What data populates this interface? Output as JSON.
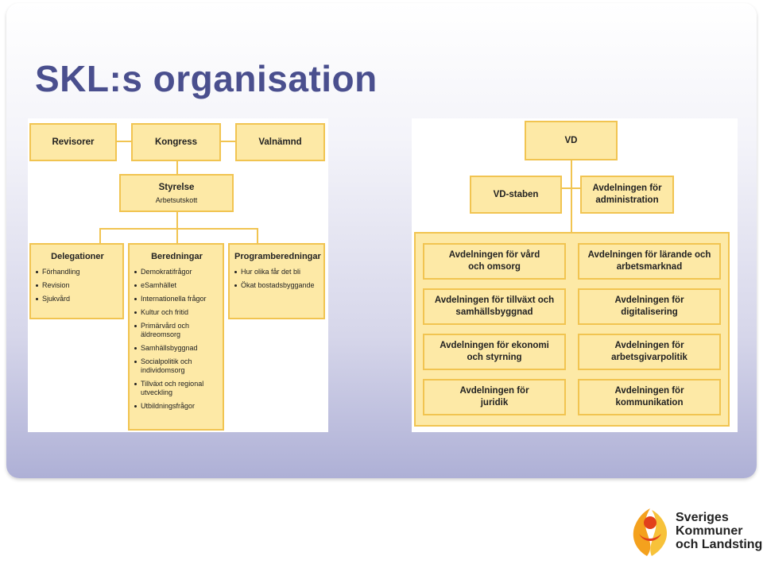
{
  "slide": {
    "title": "SKL:s organisation"
  },
  "left_chart": {
    "top_row": [
      "Revisorer",
      "Kongress",
      "Valnämnd"
    ],
    "board": {
      "title": "Styrelse",
      "subtitle": "Arbetsutskott"
    },
    "groups": [
      {
        "title": "Delegationer",
        "items": [
          "Förhandling",
          "Revision",
          "Sjukvård"
        ]
      },
      {
        "title": "Beredningar",
        "items": [
          "Demokratifrågor",
          "eSamhället",
          "Internationella frågor",
          "Kultur och fritid",
          "Primärvård och äldreomsorg",
          "Samhällsbyggnad",
          "Socialpolitik och individomsorg",
          "Tillväxt och regional utveckling",
          "Utbildningsfrågor"
        ]
      },
      {
        "title": "Programberedningar",
        "items": [
          "Hur olika får det bli",
          "Ökat bostadsbyggande"
        ]
      }
    ]
  },
  "right_chart": {
    "ceo": "VD",
    "staff": "VD-staben",
    "admin": "Avdelningen för administration",
    "departments": [
      "Avdelningen för vård och omsorg",
      "Avdelningen för lärande och arbetsmarknad",
      "Avdelningen för tillväxt och samhällsbyggnad",
      "Avdelningen för digitalisering",
      "Avdelningen för ekonomi och styrning",
      "Avdelningen för arbetsgivarpolitik",
      "Avdelningen för juridik",
      "Avdelningen för kommunikation"
    ]
  },
  "logo": {
    "line1": "Sveriges",
    "line2": "Kommuner",
    "line3": "och Landsting",
    "colors": {
      "orange": "#f4a11d",
      "red": "#e2401b",
      "yellow": "#f7c23a"
    }
  },
  "colors": {
    "title": "#4a4f8e",
    "box_fill": "#fde9a6",
    "box_border": "#f1c451"
  }
}
